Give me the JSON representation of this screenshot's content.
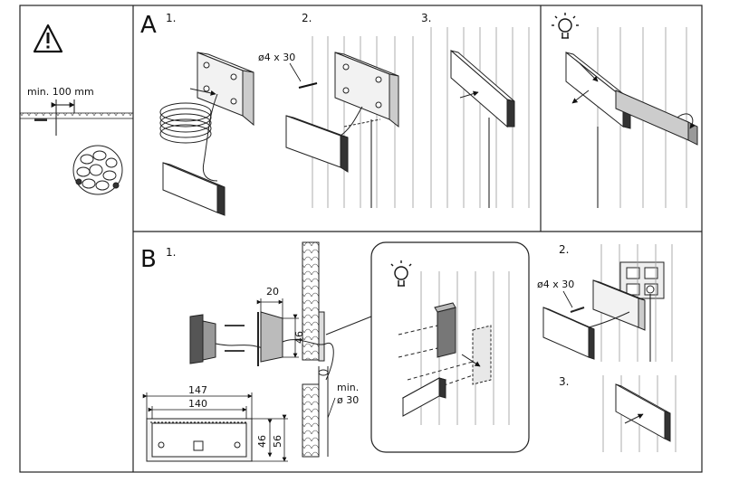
{
  "warning": {
    "icon": "warning-triangle-icon",
    "clearance_label": "min. 100 mm"
  },
  "panel_a": {
    "letter": "A",
    "steps": [
      "1.",
      "2.",
      "3."
    ],
    "screw_label": "ø4 x 30",
    "tip_icon": "lightbulb-icon"
  },
  "panel_b": {
    "letter": "B",
    "steps": [
      "1.",
      "2.",
      "3."
    ],
    "dims": {
      "depth": "20",
      "height_side": "46",
      "width_outer": "147",
      "width_inner": "140",
      "height_inner": "46",
      "height_outer": "56"
    },
    "pipe_label_1": "min.",
    "pipe_label_2": "ø 30",
    "screw_label": "ø4 x 30",
    "tip_icon": "lightbulb-icon"
  }
}
